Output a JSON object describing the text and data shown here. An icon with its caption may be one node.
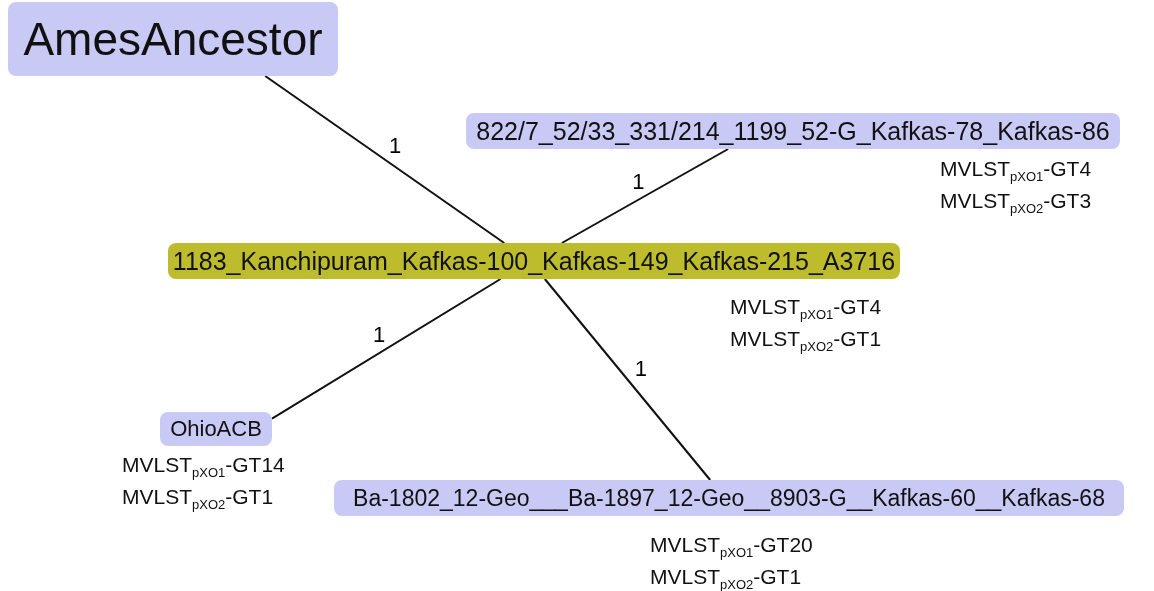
{
  "diagram": {
    "nodes": [
      {
        "text": [
          "AmesAncestor"
        ]
      },
      {
        "text": [
          "822/7_52/33_331/214_1199_52-G_Kafkas-78_Kafkas-86"
        ],
        "beside": [
          "MVLST$_{pXO1}$-GT4",
          "MVLST$_{pXO2}$-GT3"
        ]
      },
      {
        "text": [
          "1183_Kanchipuram_Kafkas-100_Kafkas-149_Kafkas-215_A3716"
        ],
        "beside": [
          "MVLST$_{pXO1}$-GT4",
          "MVLST$_{pXO2}$-GT1"
        ]
      },
      {
        "text": [
          "OhioACB"
        ],
        "beside": [
          "MVLST$_{pXO1}$-GT14",
          "MVLST$_{pXO2}$-GT1"
        ]
      },
      {
        "text": [
          "Ba-1802_12-Geo___Ba-1897_12-Geo__8903-G__Kafkas-60__Kafkas-68"
        ],
        "beside": [
          "MVLST$_{pXO1}$-GT20",
          "MVLST$_{pXO2}$-GT1"
        ]
      }
    ],
    "edges": [
      {
        "from": 2,
        "to": 0,
        "arrow": "none",
        "label": "1"
      },
      {
        "from": 2,
        "to": 1,
        "arrow": "none",
        "label": "1"
      },
      {
        "from": 2,
        "to": 3,
        "arrow": "none",
        "label": "1"
      },
      {
        "from": 2,
        "to": 4,
        "arrow": "none",
        "label": "1"
      }
    ]
  }
}
